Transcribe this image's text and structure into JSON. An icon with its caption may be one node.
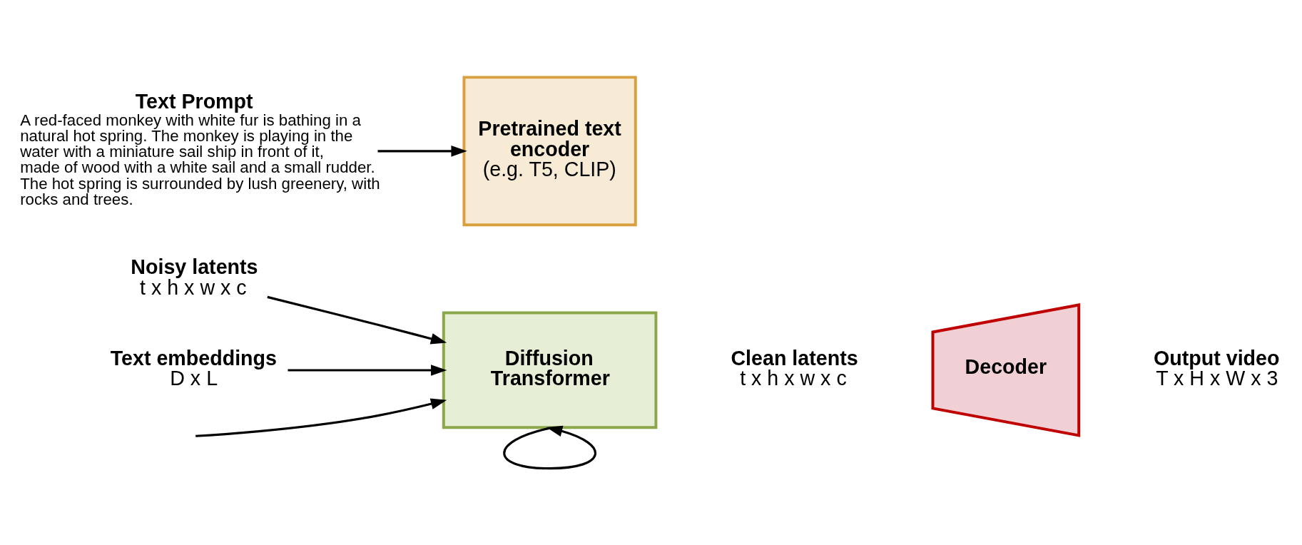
{
  "diagram": {
    "nodes": [
      {
        "text": [
          "Noisy latents",
          "t x h x w x c"
        ]
      },
      {
        "text": [
          "Diffusion Transformer"
        ]
      },
      {
        "text": [
          "Clean latents",
          "t x h x w x c"
        ]
      },
      {
        "text": [
          "Decoder"
        ]
      },
      {
        "text": [
          "Output video",
          "T x H x W x 3"
        ]
      },
      {
        "text": [
          "Text embeddings",
          "D x L"
        ]
      },
      {
        "text": [
          "Pretrained text encoder",
          "(e.g. T5, CLIP)"
        ]
      },
      {
        "text": [
          "Text Prompt",
          "A red-faced monkey with white fur is bathing in a natural hot spring. The monkey is playing in the water with a miniature sail ship in front of it, made of wood with a white sail and a small rudder. The hot spring is surrounded by lush greenery, with rocks and trees."
        ]
      }
    ],
    "edges": [
      {
        "from": null,
        "to": 1,
        "arrow": "to"
      },
      {
        "from": 0,
        "to": 1,
        "arrow": "to"
      },
      {
        "from": 5,
        "to": 1,
        "arrow": "to"
      },
      {
        "from": 1,
        "to": 1,
        "arrow": "to"
      },
      {
        "from": 7,
        "to": 6,
        "arrow": "to"
      }
    ]
  }
}
